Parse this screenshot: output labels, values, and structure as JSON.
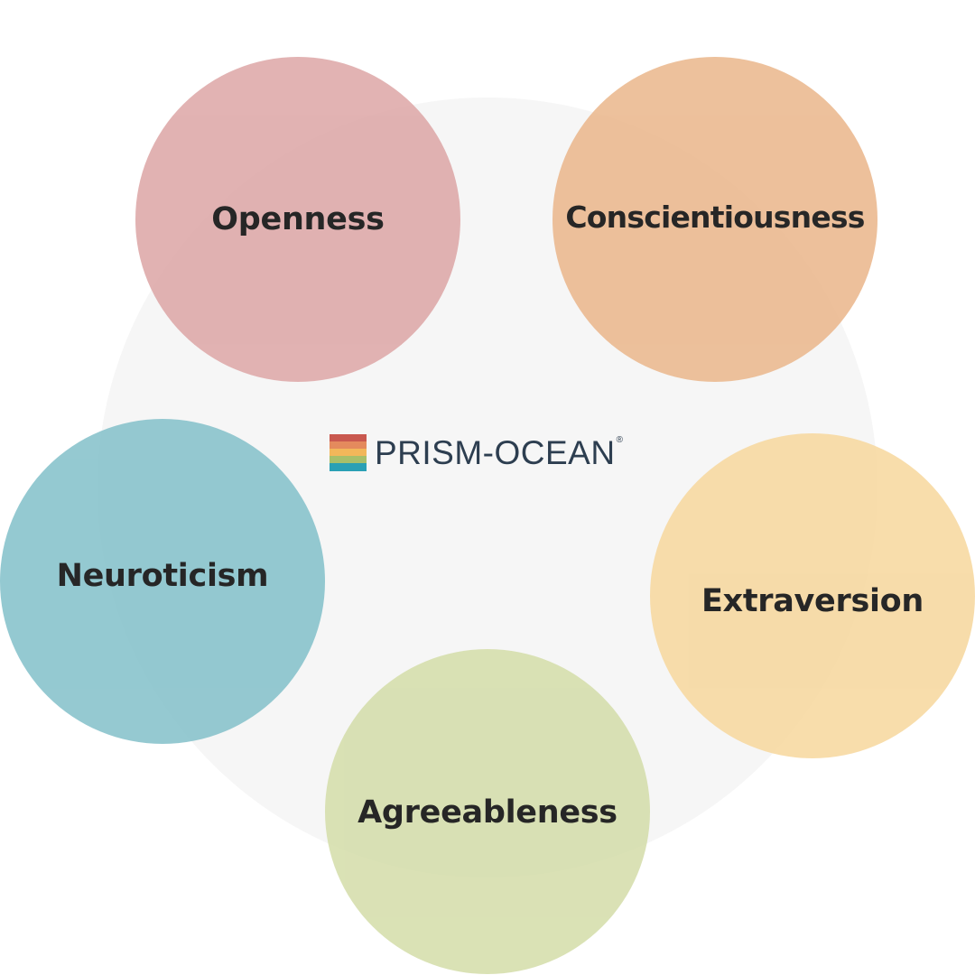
{
  "traits": [
    {
      "key": "openness",
      "label": "Openness",
      "color": "#dea8a8"
    },
    {
      "key": "conscientiousness",
      "label": "Conscientiousness",
      "color": "#ebb88e"
    },
    {
      "key": "extraversion",
      "label": "Extraversion",
      "color": "#f7d89f"
    },
    {
      "key": "agreeableness",
      "label": "Agreeableness",
      "color": "#d5deab"
    },
    {
      "key": "neuroticism",
      "label": "Neuroticism",
      "color": "#86c2cb"
    }
  ],
  "logo": {
    "text": "PRISM-OCEAN",
    "registered": "®",
    "text_color": "#2d3e50",
    "stripes": [
      "#c9584f",
      "#e48a5d",
      "#f2b75a",
      "#a8bf6a",
      "#2aa0b5"
    ]
  },
  "background_circle_color": "#f6f6f6"
}
